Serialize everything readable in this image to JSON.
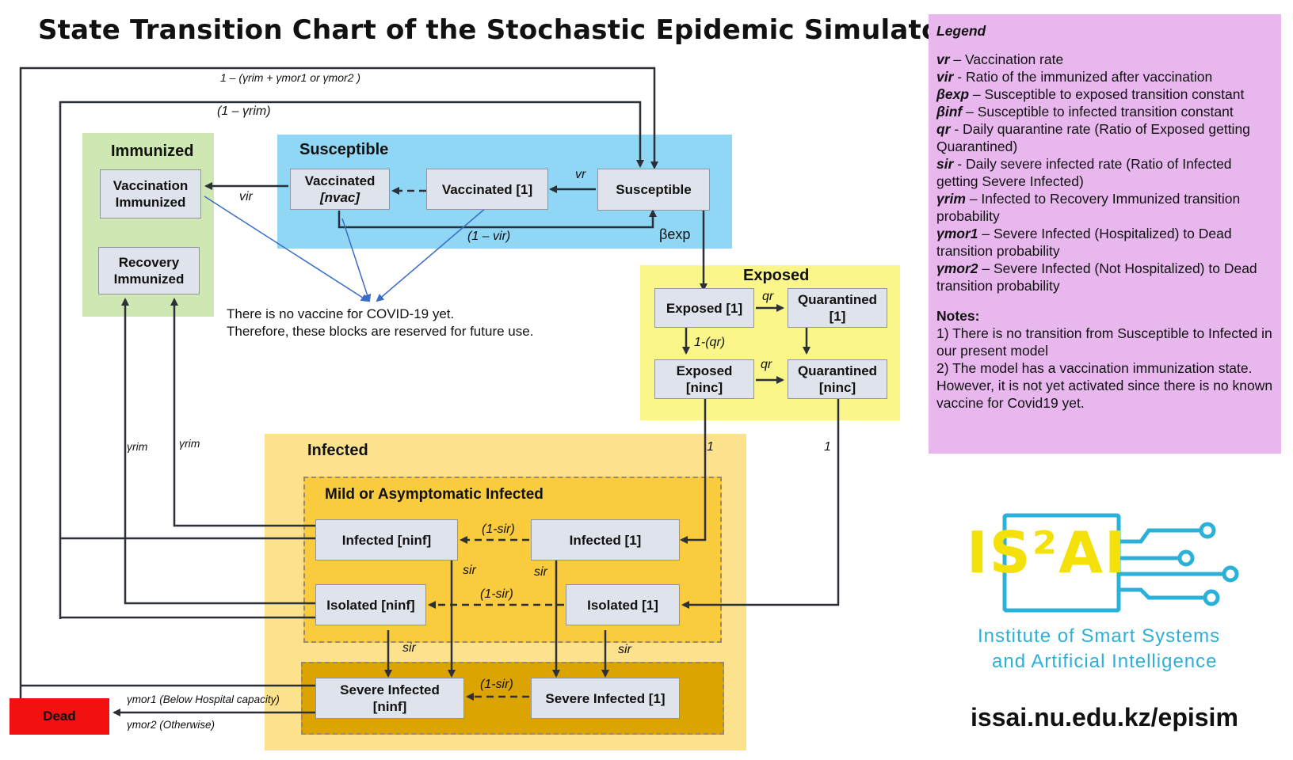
{
  "title": "State Transition Chart of the Stochastic Epidemic Simulator",
  "colors": {
    "immunized_bg": "#cfe8b3",
    "susceptible_bg": "#8fd7f5",
    "exposed_bg": "#fbf68a",
    "infected_bg": "#fde28d",
    "mild_bg": "#fbcb3e",
    "severe_bg": "#dca400",
    "legend_bg": "#e7b7ee",
    "dead_bg": "#f21010",
    "box_bg": "#dfe3eb",
    "logo_yellow": "#f5e10a",
    "logo_blue": "#2bb0d8"
  },
  "regions": {
    "immunized": "Immunized",
    "susceptible": "Susceptible",
    "exposed": "Exposed",
    "infected": "Infected",
    "mild": "Mild or Asymptomatic Infected"
  },
  "boxes": {
    "vaccination_immunized": "Vaccination\nImmunized",
    "recovery_immunized": "Recovery\nImmunized",
    "vaccinated_nvac_line1": "Vaccinated",
    "vaccinated_nvac_line2": "[nvac]",
    "vaccinated_1": "Vaccinated [1]",
    "susceptible": "Susceptible",
    "exposed_1": "Exposed [1]",
    "quarantined_1": "Quarantined\n[1]",
    "exposed_ninc_line1": "Exposed",
    "exposed_ninc_line2": "[ninc]",
    "quarantined_ninc_line1": "Quarantined",
    "quarantined_ninc_line2": "[ninc]",
    "infected_ninf": "Infected [ninf]",
    "infected_1": "Infected [1]",
    "isolated_ninf": "Isolated [ninf]",
    "isolated_1": "Isolated [1]",
    "severe_ninf_line1": "Severe Infected",
    "severe_ninf_line2": "[ninf]",
    "severe_1": "Severe Infected [1]",
    "dead": "Dead"
  },
  "labels": {
    "top_loop": "1 – (γrim + γmor1 or γmor2 )",
    "second_loop": "(1 – γrim)",
    "vr": "vr",
    "vir": "vir",
    "one_minus_vir": "(1 – vir)",
    "beta_exp": "βexp",
    "qr_top": "qr",
    "qr_bottom": "qr",
    "one_minus_qr": "1-(qr)",
    "one_left": "1",
    "one_right": "1",
    "gamma_rim_left": "γrim",
    "gamma_rim_right": "γrim",
    "one_minus_sir_a": "(1-sir)",
    "one_minus_sir_b": "(1-sir)",
    "one_minus_sir_c": "(1-sir)",
    "sir_a": "sir",
    "sir_b": "sir",
    "sir_c": "sir",
    "sir_d": "sir",
    "ymor1": "γmor1 (Below Hospital capacity)",
    "ymor2": "γmor2 (Otherwise)"
  },
  "note_vaccine": [
    "There is no vaccine for COVID-19 yet.",
    "Therefore, these blocks are reserved for future use."
  ],
  "legend": {
    "heading": "Legend",
    "rows": [
      {
        "sym": "vr",
        "text": " – Vaccination rate"
      },
      {
        "sym": "vir",
        "text": " - Ratio of the immunized after vaccination"
      },
      {
        "sym": "βexp",
        "text": " – Susceptible to exposed transition constant"
      },
      {
        "sym": "βinf",
        "text": " – Susceptible to infected transition constant"
      },
      {
        "sym": "qr",
        "text": " - Daily quarantine rate (Ratio of Exposed getting Quarantined)"
      },
      {
        "sym": "sir",
        "text": " - Daily severe infected rate (Ratio of Infected getting Severe Infected)"
      },
      {
        "sym": "γrim",
        "text": " – Infected to Recovery Immunized transition probability"
      },
      {
        "sym": "γmor1",
        "text": " – Severe Infected (Hospitalized) to Dead transition probability"
      },
      {
        "sym": "γmor2",
        "text": " – Severe Infected (Not Hospitalized) to Dead transition probability"
      }
    ],
    "notes_heading": "Notes:",
    "notes": [
      "1) There is no transition from Susceptible to Infected in our present model",
      "2) The model has a vaccination immunization state. However, it is not yet activated since there is no known vaccine for Covid19 yet."
    ]
  },
  "logo": {
    "mark": "IS²AI",
    "line1": "Institute of Smart Systems",
    "line2": "and Artificial Intelligence",
    "url": "issai.nu.edu.kz/episim"
  }
}
